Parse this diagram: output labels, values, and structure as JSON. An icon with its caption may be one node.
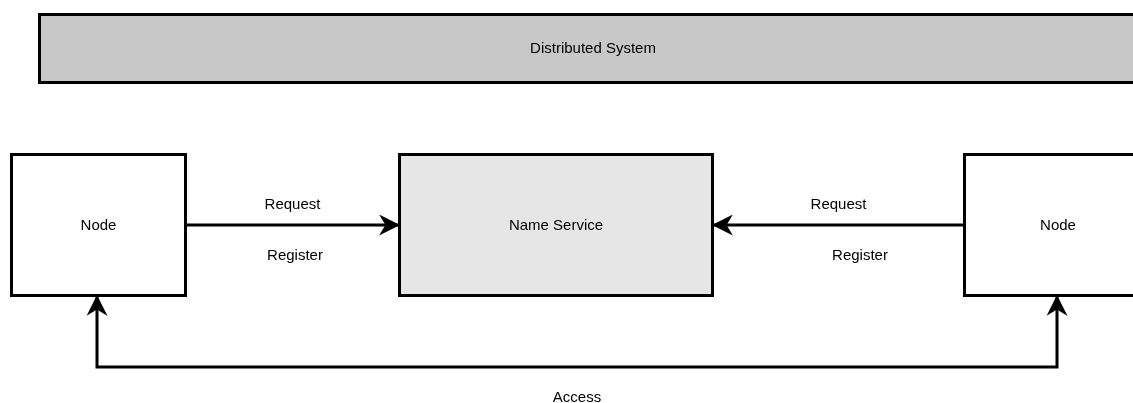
{
  "diagram": {
    "nodes": [
      {
        "text": [
          "Distributed System"
        ]
      },
      {
        "text": [
          "Node"
        ]
      },
      {
        "text": [
          "Name Service"
        ]
      },
      {
        "text": [
          "Node"
        ]
      }
    ],
    "edges": [
      {
        "from": 1,
        "to": 2,
        "arrow": "to",
        "label": "Request"
      },
      {
        "from": 3,
        "to": 2,
        "arrow": "to",
        "label": "Request"
      },
      {
        "from": 1,
        "to": 3,
        "arrow": "both",
        "label": "Access"
      }
    ],
    "labels": [
      "Register",
      "Register"
    ]
  }
}
